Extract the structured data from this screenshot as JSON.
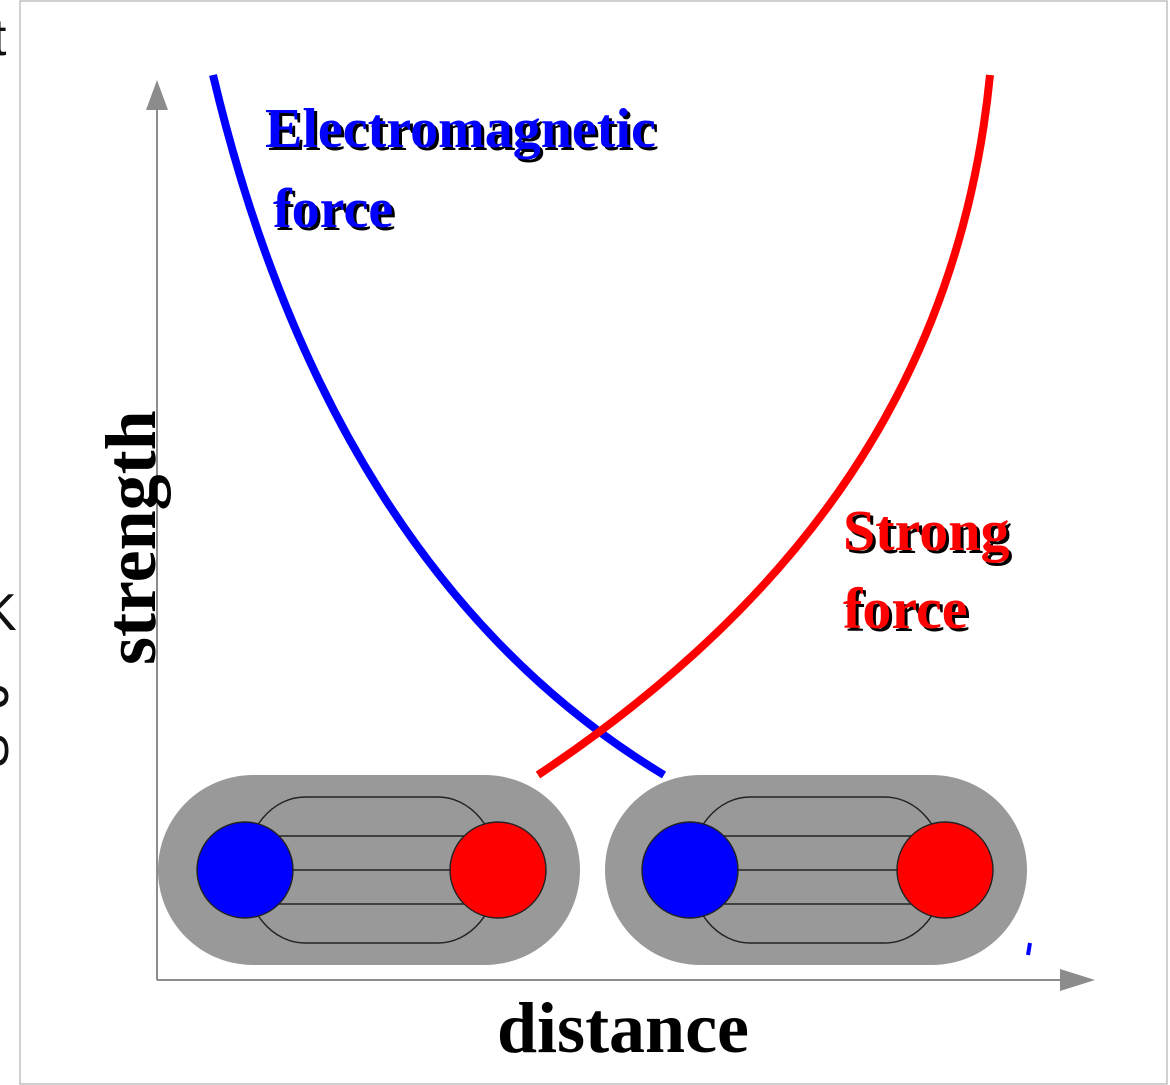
{
  "diagram": {
    "y_axis_label": "strength",
    "x_axis_label": "distance",
    "electromagnetic": {
      "label_line1": "Electromagnetic",
      "label_line2": "force",
      "color": "#0000ff"
    },
    "strong": {
      "label_line1": "Strong",
      "label_line2": "force",
      "color": "#ff0000"
    },
    "capsule_color": "#999999",
    "left_charge_color": "#0000ff",
    "right_charge_color": "#ff0000",
    "clipped_edge_glyphs": [
      "t",
      "K",
      "J",
      "S"
    ]
  }
}
